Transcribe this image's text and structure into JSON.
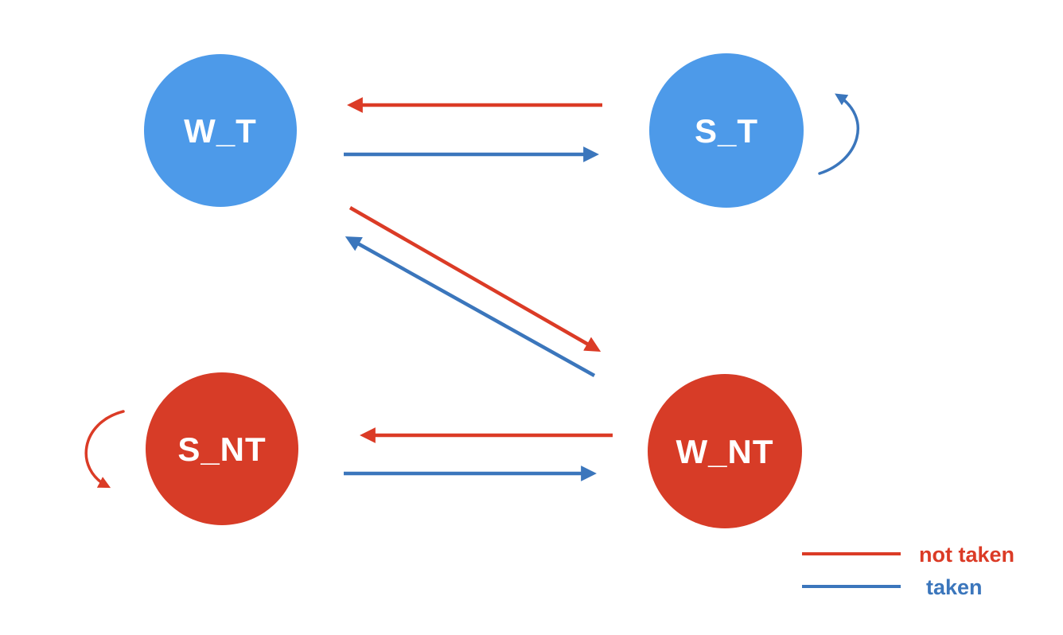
{
  "diagram": {
    "type": "state-machine",
    "description_visible_elements": "four state circles with two self loops and six transition arrows",
    "nodes": [
      {
        "id": "wt",
        "label": "W_T",
        "state_kind": "taken"
      },
      {
        "id": "st",
        "label": "S_T",
        "state_kind": "taken"
      },
      {
        "id": "snt",
        "label": "S_NT",
        "state_kind": "not_taken"
      },
      {
        "id": "wnt",
        "label": "W_NT",
        "state_kind": "not_taken"
      }
    ],
    "edges": [
      {
        "from": "S_T",
        "to": "W_T",
        "condition": "not taken"
      },
      {
        "from": "W_T",
        "to": "S_T",
        "condition": "taken"
      },
      {
        "from": "S_T",
        "to": "S_T",
        "condition": "taken"
      },
      {
        "from": "W_T",
        "to": "W_NT",
        "condition": "not taken"
      },
      {
        "from": "W_NT",
        "to": "W_T",
        "condition": "taken"
      },
      {
        "from": "W_NT",
        "to": "S_NT",
        "condition": "not taken"
      },
      {
        "from": "S_NT",
        "to": "W_NT",
        "condition": "taken"
      },
      {
        "from": "S_NT",
        "to": "S_NT",
        "condition": "not taken"
      }
    ]
  },
  "legend": {
    "not_taken_label": "not taken",
    "taken_label": "taken"
  },
  "colors": {
    "node_taken_fill": "#4D9AE9",
    "node_not_taken_fill": "#D73C27",
    "edge_taken": "#3B76BC",
    "edge_not_taken": "#DB3B26",
    "node_label_text": "#FFFFFF",
    "background": "#FFFFFF"
  }
}
